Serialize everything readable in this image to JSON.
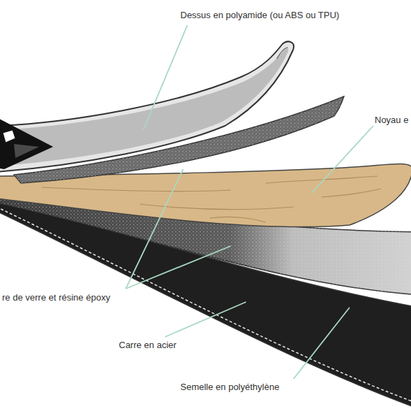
{
  "diagram": {
    "labels": [
      "Dessus en polyamide (ou ABS ou TPU)",
      "Noyau e",
      "re de verre et résine époxy",
      "Carre en acier",
      "Semelle en polyéthylène"
    ]
  }
}
